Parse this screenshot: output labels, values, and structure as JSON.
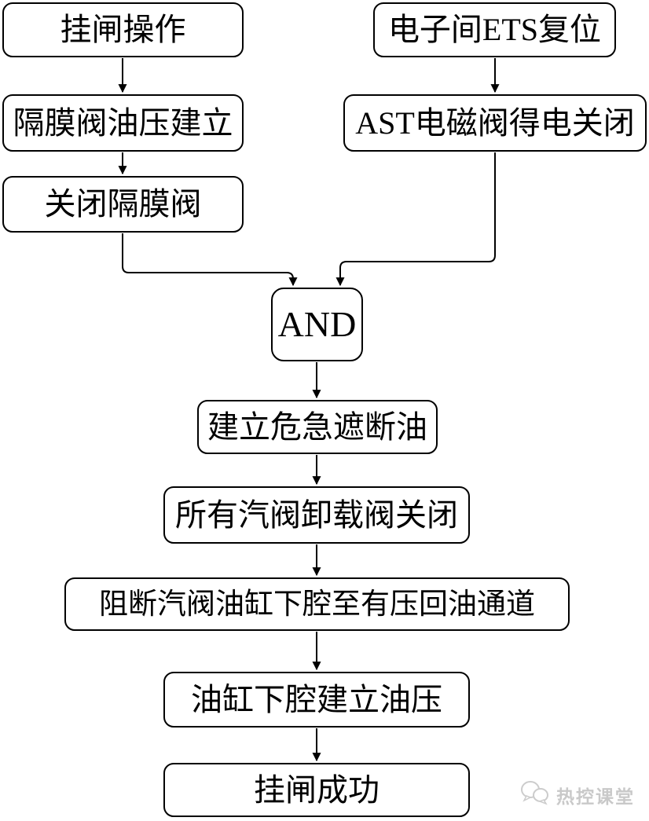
{
  "diagram": {
    "type": "flowchart",
    "background_color": "#ffffff",
    "line_color": "#000000",
    "box_fill": "#ffffff",
    "nodes": [
      {
        "id": "latch-operation",
        "label": "挂闸操作"
      },
      {
        "id": "ets-reset",
        "label": "电子间ETS复位"
      },
      {
        "id": "diaphragm-oil-pressure",
        "label": "隔膜阀油压建立"
      },
      {
        "id": "ast-solenoid-close",
        "label": "AST电磁阀得电关闭"
      },
      {
        "id": "close-diaphragm-valve",
        "label": "关闭隔膜阀"
      },
      {
        "id": "and-gate",
        "label": "AND"
      },
      {
        "id": "emergency-trip-oil",
        "label": "建立危急遮断油"
      },
      {
        "id": "unloading-valves-close",
        "label": "所有汽阀卸载阀关闭"
      },
      {
        "id": "block-return-path",
        "label": "阻断汽阀油缸下腔至有压回油通道"
      },
      {
        "id": "cylinder-pressure",
        "label": "油缸下腔建立油压"
      },
      {
        "id": "latch-success",
        "label": "挂闸成功"
      }
    ],
    "edges": [
      {
        "from": "挂闸操作",
        "to": "隔膜阀油压建立"
      },
      {
        "from": "隔膜阀油压建立",
        "to": "关闭隔膜阀"
      },
      {
        "from": "关闭隔膜阀",
        "to": "AND"
      },
      {
        "from": "电子间ETS复位",
        "to": "AST电磁阀得电关闭"
      },
      {
        "from": "AST电磁阀得电关闭",
        "to": "AND"
      },
      {
        "from": "AND",
        "to": "建立危急遮断油"
      },
      {
        "from": "建立危急遮断油",
        "to": "所有汽阀卸载阀关闭"
      },
      {
        "from": "所有汽阀卸载阀关闭",
        "to": "阻断汽阀油缸下腔至有压回油通道"
      },
      {
        "from": "阻断汽阀油缸下腔至有压回油通道",
        "to": "油缸下腔建立油压"
      },
      {
        "from": "油缸下腔建立油压",
        "to": "挂闸成功"
      }
    ],
    "watermark": {
      "text": "热控课堂",
      "color": "#c9c9c9",
      "icon": "chat-bubbles-icon"
    }
  }
}
